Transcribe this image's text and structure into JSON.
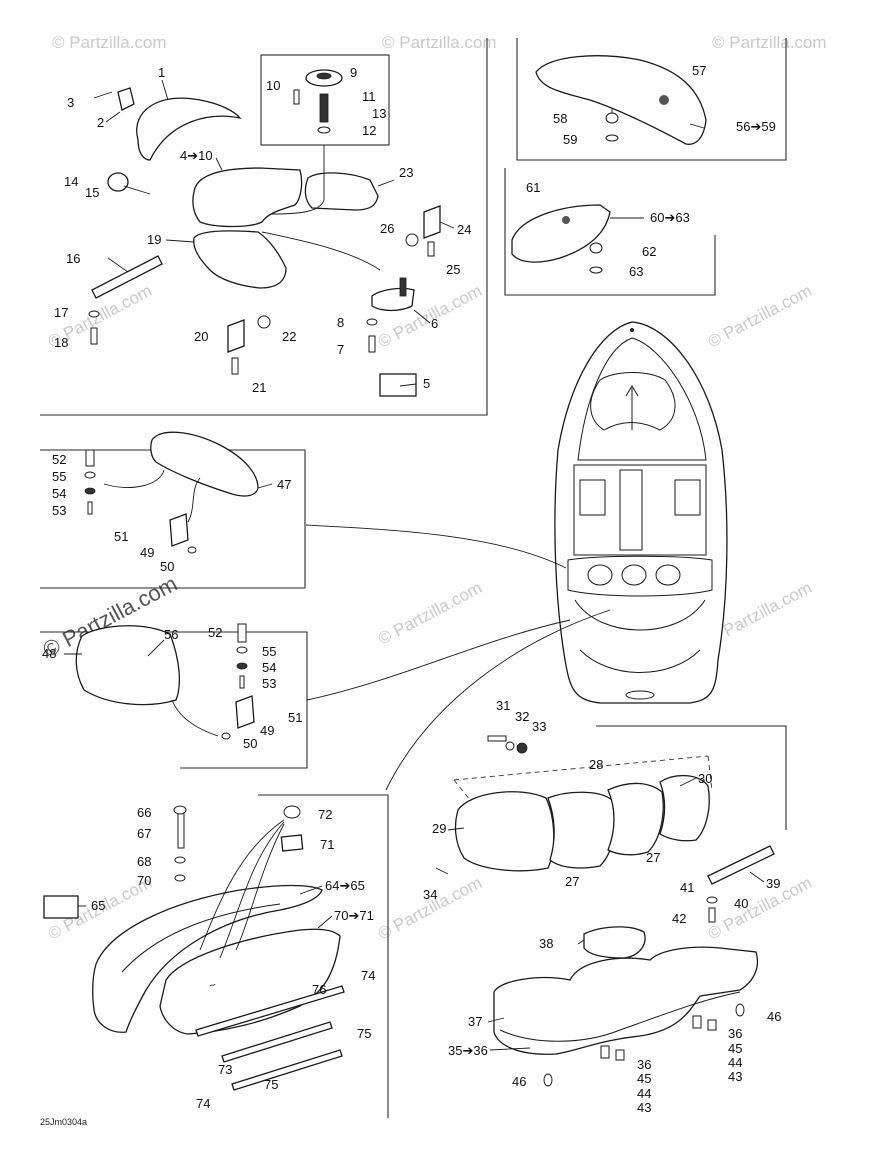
{
  "diagram": {
    "drawing_code": "25Jm0304a",
    "watermark_text": "© Partzilla.com",
    "callouts": {
      "c1": "1",
      "c2": "2",
      "c3": "3",
      "c4_10": "4➔10",
      "c5": "5",
      "c6": "6",
      "c7": "7",
      "c8": "8",
      "c9": "9",
      "c10": "10",
      "c11": "11",
      "c12": "12",
      "c13": "13",
      "c14": "14",
      "c15": "15",
      "c16": "16",
      "c17": "17",
      "c18": "18",
      "c19": "19",
      "c20": "20",
      "c21": "21",
      "c22": "22",
      "c23": "23",
      "c24": "24",
      "c25": "25",
      "c26": "26",
      "c57": "57",
      "c58": "58",
      "c59": "59",
      "c56_59": "56➔59",
      "c61": "61",
      "c60_63": "60➔63",
      "c62": "62",
      "c63": "63",
      "c52a": "52",
      "c55a": "55",
      "c54a": "54",
      "c53a": "53",
      "c47": "47",
      "c51a": "51",
      "c49a": "49",
      "c50a": "50",
      "c48": "48",
      "c56": "56",
      "c52b": "52",
      "c55b": "55",
      "c54b": "54",
      "c53b": "53",
      "c51b": "51",
      "c49b": "49",
      "c50b": "50",
      "c31": "31",
      "c32": "32",
      "c33": "33",
      "c28": "28",
      "c30": "30",
      "c29": "29",
      "c27a": "27",
      "c27b": "27",
      "c34": "34",
      "c39": "39",
      "c41": "41",
      "c40": "40",
      "c42": "42",
      "c38": "38",
      "c46a": "46",
      "c37": "37",
      "c36a": "36",
      "c45a": "45",
      "c44a": "44",
      "c43a": "43",
      "c35_36": "35➔36",
      "c46b": "46",
      "c36b": "36",
      "c45b": "45",
      "c44b": "44",
      "c43b": "43",
      "c66": "66",
      "c67": "67",
      "c68": "68",
      "c70": "70",
      "c72": "72",
      "c71": "71",
      "c64_65": "64➔65",
      "c70_71": "70➔71",
      "c65": "65",
      "c74a": "74",
      "c76": "76",
      "c75a": "75",
      "c73": "73",
      "c75b": "75",
      "c74b": "74"
    }
  }
}
